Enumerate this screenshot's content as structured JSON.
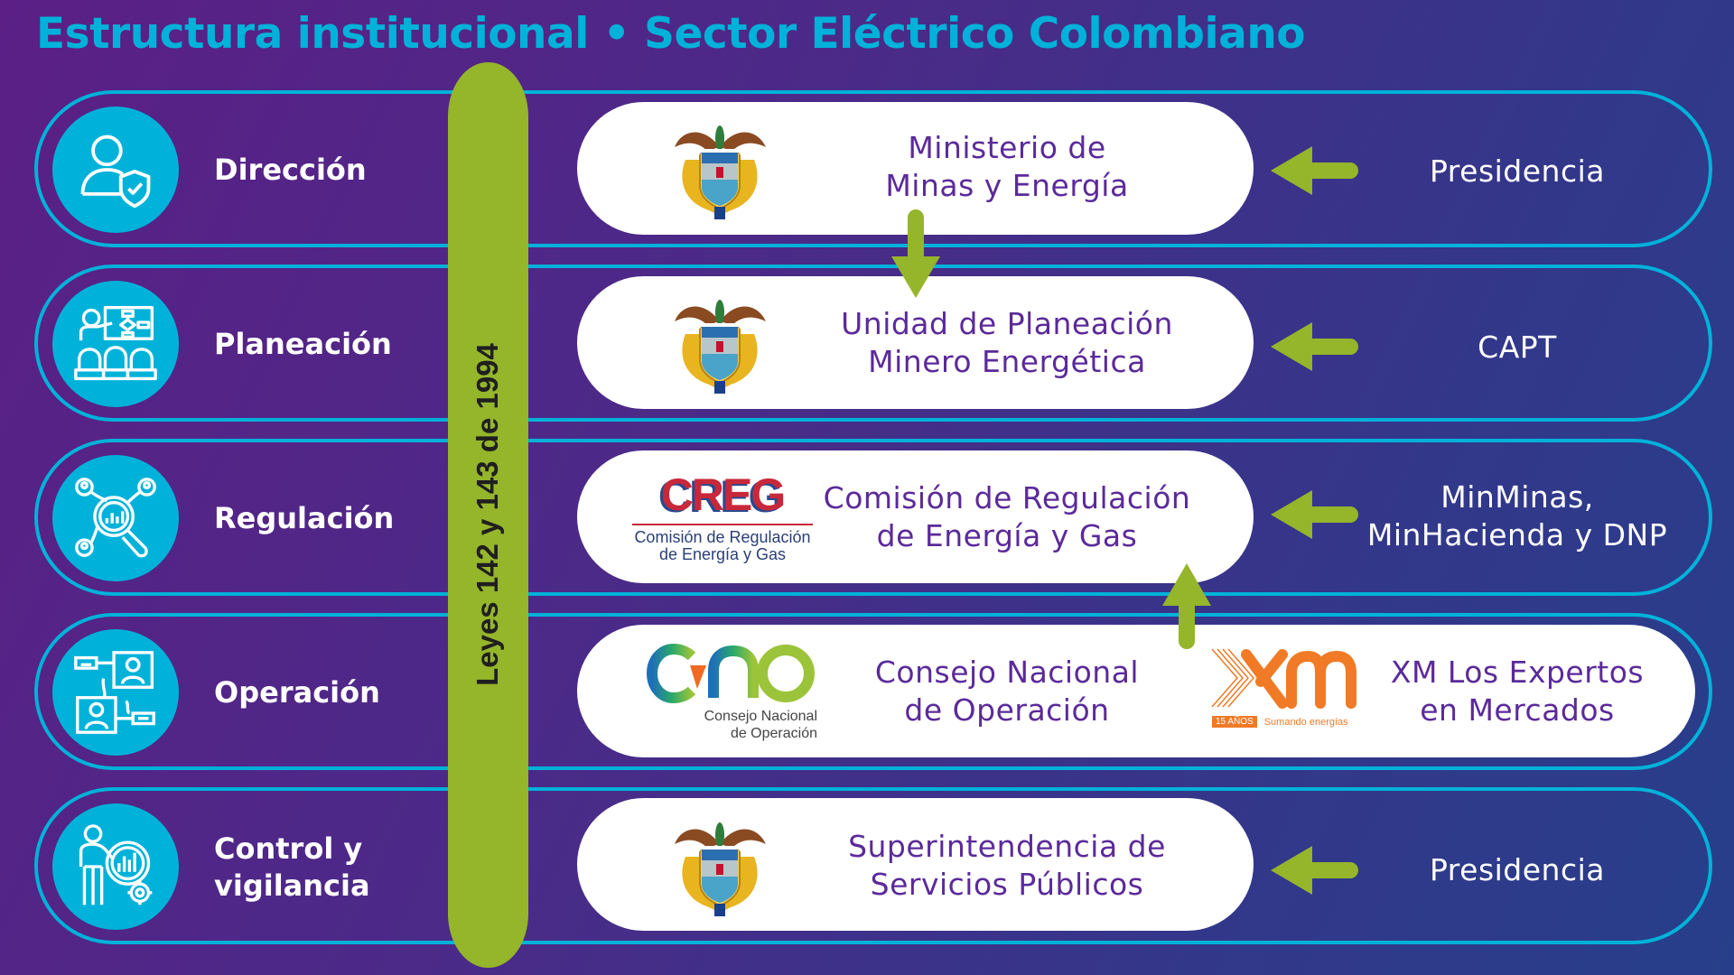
{
  "title": "Estructura institucional • Sector Eléctrico Colombiano",
  "law_bar": {
    "label": "Leyes 142 y 143 de 1994"
  },
  "colors": {
    "accent": "#00b2d9",
    "arrow": "#95b52b",
    "entity_text": "#5b2a9a",
    "background_start": "#5b1f86",
    "background_end": "#273f8a"
  },
  "rows": [
    {
      "category": "Dirección",
      "icon": "person-shield-icon",
      "entity": {
        "line1": "Ministerio de",
        "line2": "Minas y Energía",
        "logo": "colombia-coat-of-arms"
      },
      "reports_to": {
        "line1": "Presidencia",
        "line2": ""
      }
    },
    {
      "category": "Planeación",
      "icon": "presentation-planning-icon",
      "entity": {
        "line1": "Unidad de Planeación",
        "line2": "Minero Energética",
        "logo": "colombia-coat-of-arms"
      },
      "reports_to": {
        "line1": "CAPT",
        "line2": ""
      }
    },
    {
      "category": "Regulación",
      "icon": "analysis-magnifier-icon",
      "entity": {
        "line1": "Comisión de Regulación",
        "line2": "de Energía y Gas",
        "logo": "creg-logo",
        "logo_text": "CREG",
        "logo_caption1": "Comisión de Regulación",
        "logo_caption2": "de Energía y Gas"
      },
      "reports_to": {
        "line1": "MinMinas,",
        "line2": "MinHacienda y DNP"
      }
    },
    {
      "category": "Operación",
      "icon": "network-operation-icon",
      "entity": {
        "line1": "Consejo Nacional",
        "line2": "de Operación",
        "logo": "cno-logo",
        "logo_caption1": "Consejo Nacional",
        "logo_caption2": "de Operación"
      },
      "entity2": {
        "line1": "XM Los Expertos",
        "line2": "en Mercados",
        "logo": "xm-logo",
        "logo_badge": "15 AÑOS",
        "logo_tagline": "Sumando energías"
      }
    },
    {
      "category_line1": "Control y",
      "category_line2": "vigilancia",
      "icon": "inspector-chart-icon",
      "entity": {
        "line1": "Superintendencia de",
        "line2": "Servicios Públicos",
        "logo": "colombia-coat-of-arms"
      },
      "reports_to": {
        "line1": "Presidencia",
        "line2": ""
      }
    }
  ]
}
